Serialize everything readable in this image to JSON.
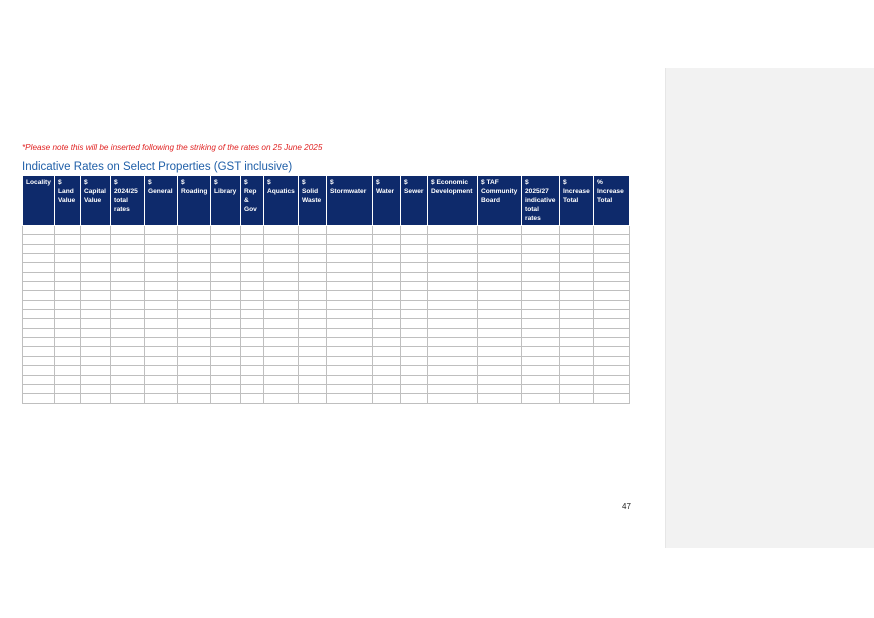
{
  "note": "*Please note this will be inserted following the striking of the rates on 25 June 2025",
  "title": "Indicative Rates on Select Properties (GST inclusive)",
  "table": {
    "columns": [
      "Locality",
      "$\nLand\nValue",
      "$\nCapital\nValue",
      "$\n2024/25\ntotal\nrates",
      "$\nGeneral",
      "$\nRoading",
      "$\nLibrary",
      "$\nRep\n&\nGov",
      "$\nAquatics",
      "$\nSolid\nWaste",
      "$\nStormwater",
      "$\nWater",
      "$\nSewer",
      "$ Economic\nDevelopment",
      "$ TAF\nCommunity\nBoard",
      "$\n2025/27\nindicative\ntotal\nrates",
      "$\nIncrease\nTotal",
      "%\nIncrease\nTotal"
    ],
    "row_count": 19
  },
  "page_number": "47"
}
